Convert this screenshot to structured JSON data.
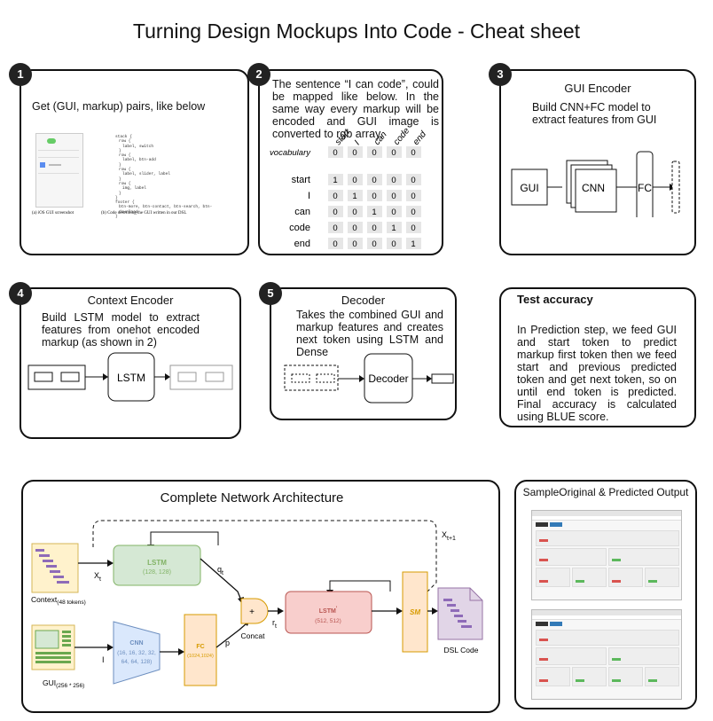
{
  "title": "Turning Design Mockups Into Code - Cheat sheet",
  "p1": {
    "num": "1",
    "text": "Get (GUI, markup) pairs, like below",
    "cap_left": "(a) iOS GUI screenshot",
    "cap_right": "(b) Code describing the GUI written in our DSL",
    "code_lines": [
      "stack {",
      "row {",
      "label, switch",
      "}",
      "row {",
      "label, btn-add",
      "}",
      "row {",
      "label, slider, label",
      "}",
      "row {",
      "img, label",
      "}",
      "}",
      "footer {",
      "btn-more, btn-contact, btn-search, btn-download",
      "}"
    ]
  },
  "p2": {
    "num": "2",
    "text": "The sentence “I can code”, could be mapped like below. In the same way every markup will be encoded and GUI image is converted to rgb array.",
    "cols": [
      "start",
      "I",
      "can",
      "code",
      "end"
    ],
    "vocab_label": "vocabulary",
    "vocab_row": [
      "0",
      "0",
      "0",
      "0",
      "0"
    ],
    "rows": [
      {
        "label": "start",
        "cells": [
          "1",
          "0",
          "0",
          "0",
          "0"
        ]
      },
      {
        "label": "I",
        "cells": [
          "0",
          "1",
          "0",
          "0",
          "0"
        ]
      },
      {
        "label": "can",
        "cells": [
          "0",
          "0",
          "1",
          "0",
          "0"
        ]
      },
      {
        "label": "code",
        "cells": [
          "0",
          "0",
          "0",
          "1",
          "0"
        ]
      },
      {
        "label": "end",
        "cells": [
          "0",
          "0",
          "0",
          "0",
          "1"
        ]
      }
    ]
  },
  "p3": {
    "num": "3",
    "heading": "GUI Encoder",
    "text": "Build CNN+FC model to extract features from GUI",
    "gui": "GUI",
    "cnn": "CNN",
    "fc": "FC"
  },
  "p4": {
    "num": "4",
    "heading": "Context Encoder",
    "text": "Build LSTM model to extract features from onehot encoded markup (as shown in 2)",
    "lstm": "LSTM"
  },
  "p5": {
    "num": "5",
    "heading": "Decoder",
    "text": "Takes the combined GUI and markup features and creates next token using LSTM and Dense",
    "decoder": "Decoder"
  },
  "p6": {
    "heading": "Test accuracy",
    "text": "In Prediction step, we feed GUI and start token to predict markup first token then we feed start and previous predicted token and get next token, so on until end token is predicted. Final accuracy is calculated using BLUE score."
  },
  "arch": {
    "heading": "Complete Network Architecture",
    "context_label": "Context",
    "context_sub": "(48 tokens)",
    "gui_label": "GUI",
    "gui_sub": "(256 * 256)",
    "lstm": "LSTM",
    "lstm_dims": "(128, 128)",
    "cnn": "CNN",
    "cnn_dims_1": "(16, 16, 32, 32,",
    "cnn_dims_2": "64, 64, 128)",
    "fc": "FC",
    "fc_dims": "(1024,1024)",
    "concat": "Concat",
    "concat_sym": "+",
    "lstm2": "LSTM",
    "lstm2_sup": "'",
    "lstm2_dims": "(512, 512)",
    "sm": "SM",
    "dsl": "DSL Code",
    "x_t": "X",
    "x_t_sub": "t",
    "x_t1": "X",
    "x_t1_sub": "t+1",
    "q_t": "q",
    "q_t_sub": "t",
    "r_t": "r",
    "r_t_sub": "t",
    "p": "p",
    "i": "I"
  },
  "sample": {
    "heading": "SampleOriginal & Predicted Output"
  },
  "colors": {
    "lstm_fill": "#d5e8d4",
    "lstm_stroke": "#82b366",
    "cnn_fill": "#dae8fc",
    "cnn_stroke": "#6c8ebf",
    "fc_fill": "#ffe6cc",
    "fc_stroke": "#d79b00",
    "lstm2_fill": "#f8cecc",
    "lstm2_stroke": "#b85450",
    "sm_fill": "#ffe6cc",
    "input_fill": "#fff2cc",
    "input_stroke": "#d6b656",
    "token_bar": "#8e6bb8",
    "gui_bar": "#6aa84f",
    "dsl_fill": "#e1d5e7",
    "dsl_stroke": "#9673a6"
  }
}
